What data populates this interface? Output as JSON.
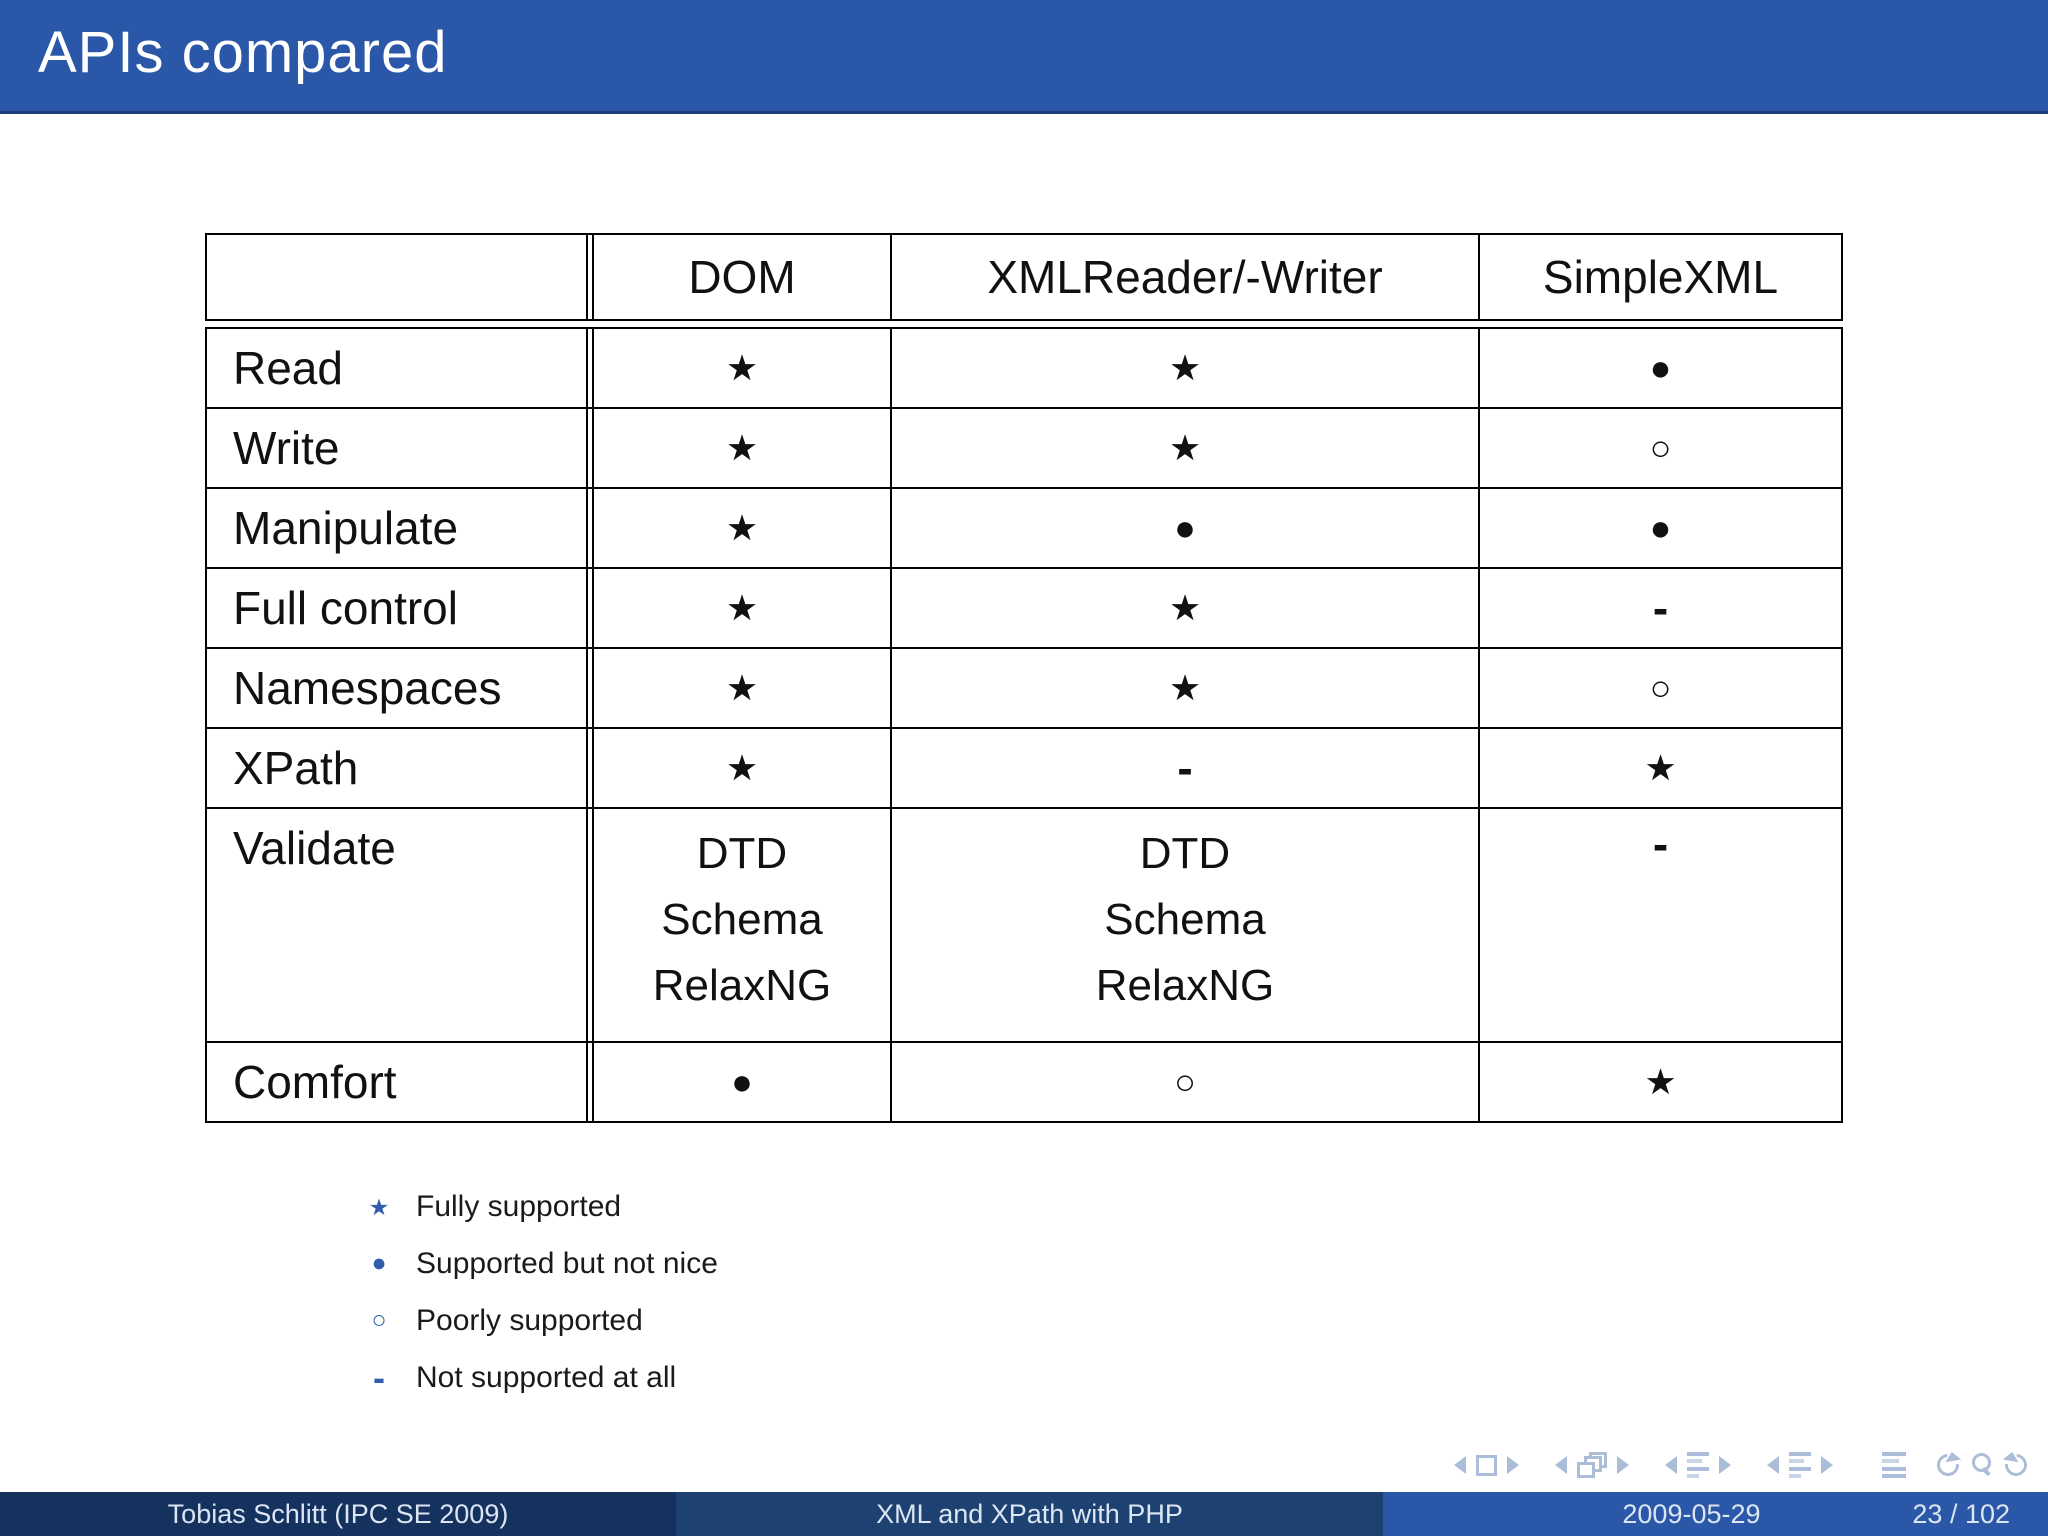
{
  "slide": {
    "title": "APIs compared"
  },
  "table": {
    "columns": [
      "",
      "DOM",
      "XMLReader/-Writer",
      "SimpleXML"
    ],
    "rows": [
      {
        "label": "Read",
        "cells": [
          {
            "glyph": "⋆",
            "kind": "star"
          },
          {
            "glyph": "⋆",
            "kind": "star"
          },
          {
            "glyph": "●",
            "kind": "dot"
          }
        ]
      },
      {
        "label": "Write",
        "cells": [
          {
            "glyph": "⋆",
            "kind": "star"
          },
          {
            "glyph": "⋆",
            "kind": "star"
          },
          {
            "glyph": "○",
            "kind": "circle"
          }
        ]
      },
      {
        "label": "Manipulate",
        "cells": [
          {
            "glyph": "⋆",
            "kind": "star"
          },
          {
            "glyph": "●",
            "kind": "dot"
          },
          {
            "glyph": "●",
            "kind": "dot"
          }
        ]
      },
      {
        "label": "Full control",
        "cells": [
          {
            "glyph": "⋆",
            "kind": "star"
          },
          {
            "glyph": "⋆",
            "kind": "star"
          },
          {
            "glyph": "-",
            "kind": "dash"
          }
        ]
      },
      {
        "label": "Namespaces",
        "cells": [
          {
            "glyph": "⋆",
            "kind": "star"
          },
          {
            "glyph": "⋆",
            "kind": "star"
          },
          {
            "glyph": "○",
            "kind": "circle"
          }
        ]
      },
      {
        "label": "XPath",
        "cells": [
          {
            "glyph": "⋆",
            "kind": "star"
          },
          {
            "glyph": "-",
            "kind": "dash"
          },
          {
            "glyph": "⋆",
            "kind": "star"
          }
        ]
      },
      {
        "label": "Validate",
        "cells": [
          {
            "glyph": "DTD\nSchema\nRelaxNG",
            "kind": "list"
          },
          {
            "glyph": "DTD\nSchema\nRelaxNG",
            "kind": "list"
          },
          {
            "glyph": "-",
            "kind": "dash"
          }
        ]
      },
      {
        "label": "Comfort",
        "cells": [
          {
            "glyph": "●",
            "kind": "dot"
          },
          {
            "glyph": "○",
            "kind": "circle"
          },
          {
            "glyph": "⋆",
            "kind": "star"
          }
        ]
      }
    ]
  },
  "legend": {
    "items": [
      {
        "symbol": "⋆",
        "kind": "star",
        "label": "Fully supported"
      },
      {
        "symbol": "●",
        "kind": "dot",
        "label": "Supported but not nice"
      },
      {
        "symbol": "○",
        "kind": "circle",
        "label": "Poorly supported"
      },
      {
        "symbol": "-",
        "kind": "dash",
        "label": "Not supported at all"
      }
    ]
  },
  "footer": {
    "author": "Tobias Schlitt  (IPC SE 2009)",
    "title": "XML and XPath with PHP",
    "date": "2009-05-29",
    "page": "23 / 102"
  },
  "nav": {
    "icons": [
      "prev-frame",
      "current-frame",
      "next-frame",
      "prev-subsection",
      "frame-collection",
      "next-subsection",
      "prev-section",
      "subsection-list",
      "next-section",
      "section-list",
      "appendix-list",
      "undo",
      "search",
      "redo"
    ]
  },
  "colors": {
    "titlebar": "#2a57a7",
    "titlebar_border": "#1b3d75",
    "footer_left": "#15315e",
    "footer_mid": "#1d4170",
    "footer_right": "#2a57a7",
    "footer_text": "#dbe5f3",
    "legend": "#2f5fac",
    "nav": "#abbdd8",
    "nav_light": "#c9d4e8"
  }
}
